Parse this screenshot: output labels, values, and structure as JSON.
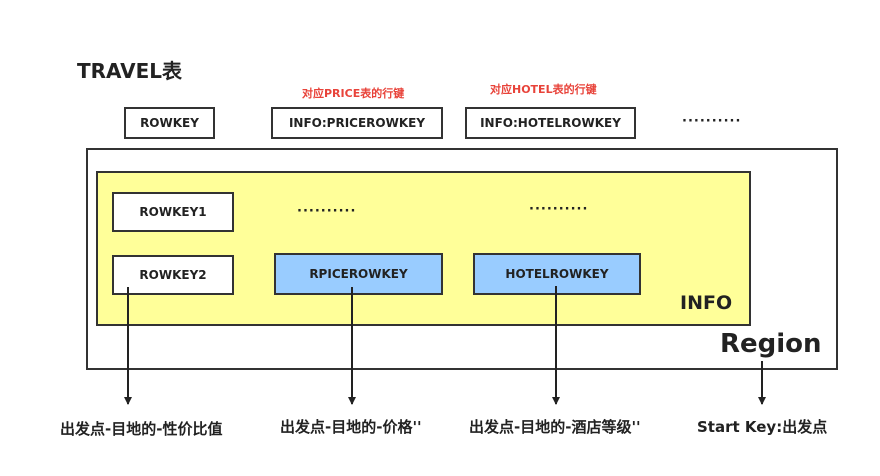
{
  "title": "TRAVEL表",
  "notes": {
    "price": "对应PRICE表的行键",
    "hotel": "对应HOTEL表的行键"
  },
  "header_row": {
    "rowkey": "ROWKEY",
    "info_price": "INFO:PRICEROWKEY",
    "info_hotel": "INFO:HOTELROWKEY",
    "ellipsis": "··········"
  },
  "data_rows": {
    "rowkey1": "ROWKEY1",
    "rowkey2": "ROWKEY2",
    "dots1": "··········",
    "dots2": "··········",
    "price_cell": "RPICEROWKEY",
    "hotel_cell": "HOTELROWKEY"
  },
  "info_label": "INFO",
  "region_label": "Region",
  "captions": {
    "rowkey2": "出发点-目地的-性价比值",
    "price": "出发点-目地的-价格''",
    "hotel": "出发点-目地的-酒店等级''",
    "region": "Start  Key:出发点"
  },
  "colors": {
    "info_fill": "#ffff99",
    "cell_blue": "#99ccff",
    "note_red": "#e8433a"
  }
}
